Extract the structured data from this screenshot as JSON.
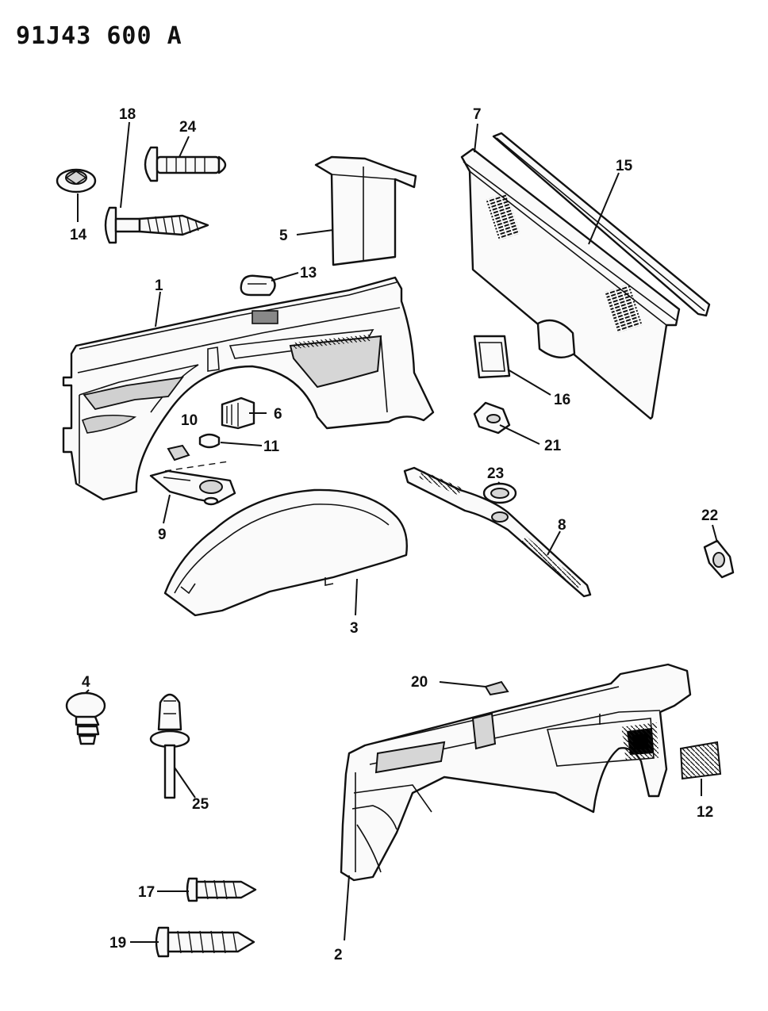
{
  "diagram": {
    "drawing_code": "91J43 600  A",
    "callouts": [
      "1",
      "2",
      "3",
      "4",
      "5",
      "6",
      "7",
      "8",
      "9",
      "10",
      "11",
      "12",
      "13",
      "14",
      "15",
      "16",
      "17",
      "18",
      "19",
      "20",
      "21",
      "22",
      "23",
      "24",
      "25"
    ]
  }
}
